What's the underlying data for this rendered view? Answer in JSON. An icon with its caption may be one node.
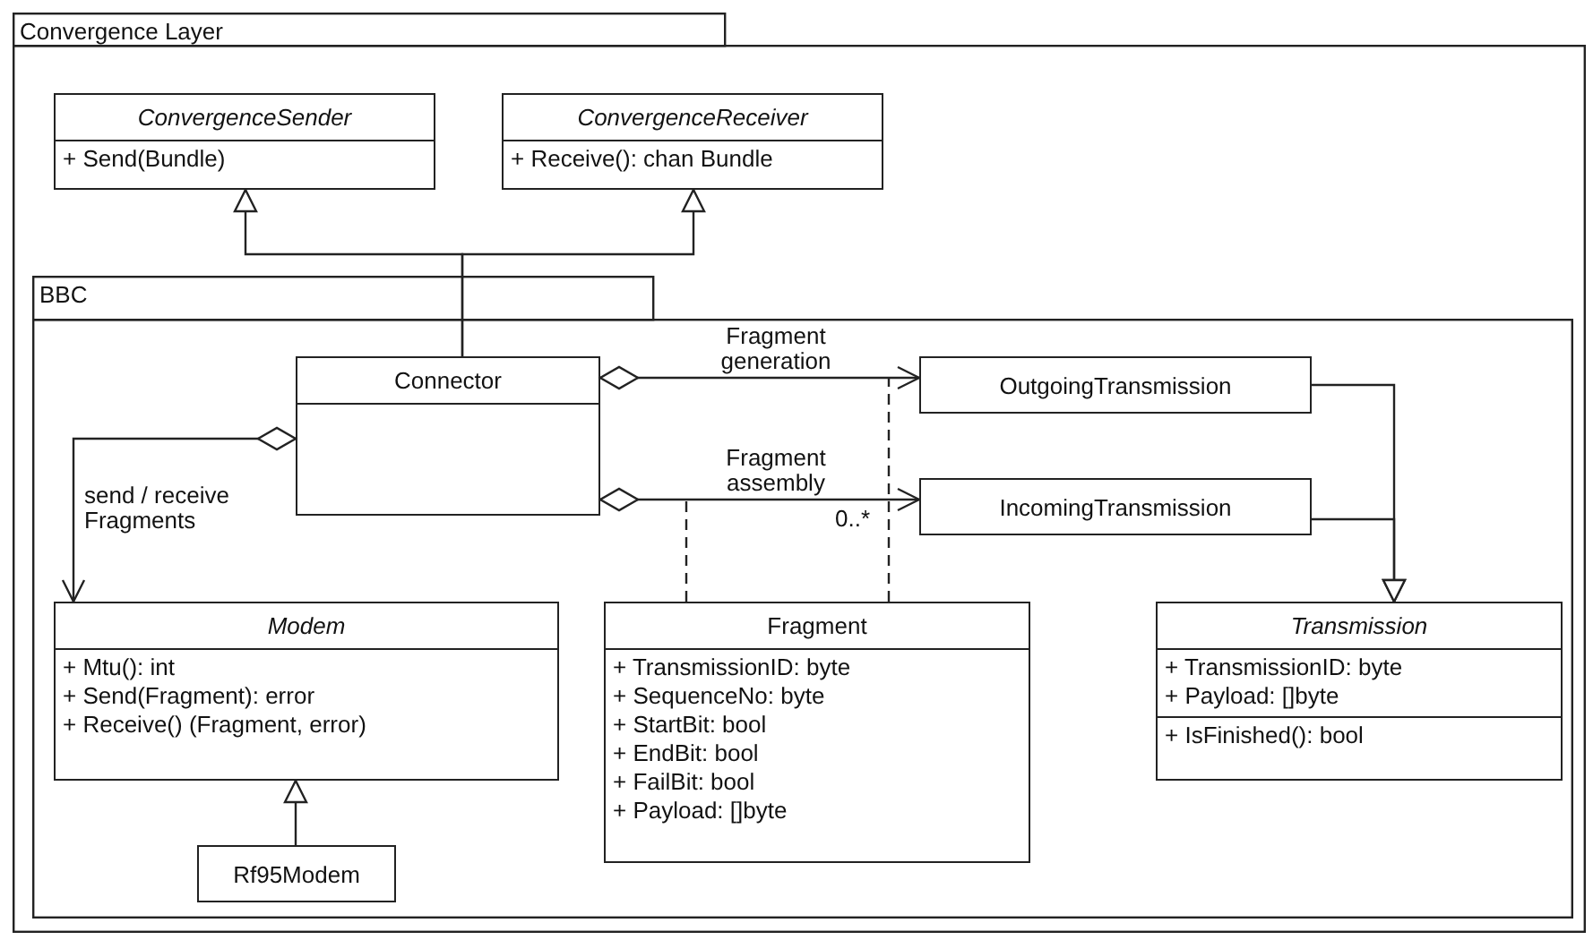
{
  "diagram": {
    "nodes": [
      {
        "text": [
          "Convergence Layer"
        ]
      },
      {
        "text": [
          "ConvergenceSender",
          "+ Send(Bundle)"
        ],
        "in": 0
      },
      {
        "text": [
          "ConvergenceReceiver",
          "+ Receive(): chan Bundle"
        ],
        "in": 0
      },
      {
        "text": [
          "BBC"
        ],
        "in": 0
      },
      {
        "text": [
          "Connector"
        ],
        "in": 3
      },
      {
        "text": [
          "OutgoingTransmission"
        ],
        "in": 3
      },
      {
        "text": [
          "IncomingTransmission"
        ],
        "in": 3
      },
      {
        "text": [
          "Modem",
          "+ Mtu(): int",
          "+ Send(Fragment): error",
          "+ Receive() (Fragment, error)"
        ],
        "in": 3
      },
      {
        "text": [
          "Fragment",
          "+ TransmissionID: byte",
          "+ SequenceNo: byte",
          "+ StartBit: bool",
          "+ EndBit: bool",
          "+ FailBit: bool",
          "+ Payload: []byte"
        ],
        "in": 3
      },
      {
        "text": [
          "Transmission",
          "+ TransmissionID: byte",
          "+ Payload: []byte",
          "+ IsFinished(): bool"
        ],
        "in": 3
      },
      {
        "text": [
          "Rf95Modem"
        ],
        "in": 3
      }
    ],
    "edges": [
      {
        "from": 4,
        "to": 1,
        "arrow": "to"
      },
      {
        "from": 4,
        "to": 2,
        "arrow": "to"
      },
      {
        "from": 4,
        "to": 5,
        "arrow": "to",
        "label": "Fragment generation"
      },
      {
        "from": 4,
        "to": 6,
        "arrow": "to",
        "label": "Fragment assembly"
      },
      {
        "from": 4,
        "to": 7,
        "arrow": "to",
        "label": "send / receive Fragments"
      },
      {
        "from": 5,
        "to": 9,
        "arrow": "to"
      },
      {
        "from": 6,
        "to": 9,
        "arrow": "to"
      },
      {
        "from": 10,
        "to": 7,
        "arrow": "to"
      },
      {
        "from": 8,
        "to": null,
        "arrow": "none",
        "style": "dashed"
      },
      {
        "from": 8,
        "to": null,
        "arrow": "none",
        "style": "dashed"
      }
    ],
    "labels": [
      "0..*"
    ]
  }
}
